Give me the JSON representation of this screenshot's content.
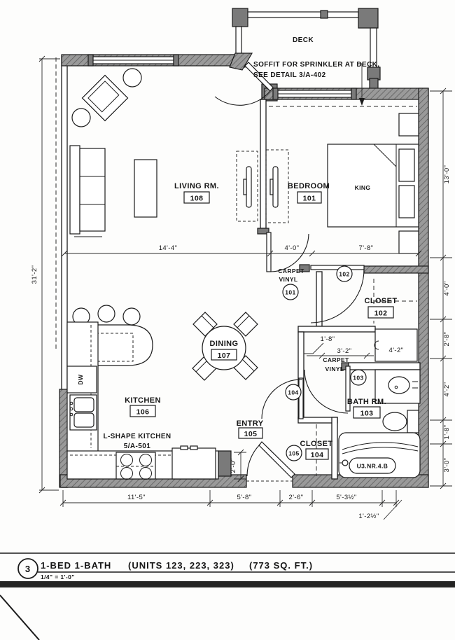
{
  "title_block": {
    "detail_number": "3",
    "name": "1-BED 1-BATH",
    "units": "(UNITS 123, 223, 323)",
    "area": "(773 SQ. FT.)",
    "scale": "1/4\" = 1'-0\""
  },
  "deck_label": "DECK",
  "notes": {
    "soffit_line1": "SOFFIT FOR SPRINKLER AT DECK,",
    "soffit_line2": "SEE DETAIL 3/A-402",
    "kitchen_type": "L-SHAPE KITCHEN",
    "kitchen_detail": "5/A-501"
  },
  "rooms": {
    "living": {
      "name": "LIVING RM.",
      "number": "108"
    },
    "bedroom": {
      "name": "BEDROOM",
      "number": "101"
    },
    "closet102": {
      "name": "CLOSET",
      "number": "102"
    },
    "dining": {
      "name": "DINING",
      "number": "107"
    },
    "kitchen": {
      "name": "KITCHEN",
      "number": "106"
    },
    "entry": {
      "name": "ENTRY",
      "number": "105"
    },
    "closet104": {
      "name": "CLOSET",
      "number": "104"
    },
    "bath": {
      "name": "BATH RM.",
      "number": "103"
    }
  },
  "fixtures": {
    "bed": "KING",
    "dishwasher": "DW",
    "tub_model": "U3.NR.4.B"
  },
  "finish_tags": {
    "carpet": "CARPET",
    "vinyl": "VINYL",
    "tag_101": "101",
    "tag_102": "102",
    "tag_103": "103",
    "tag_104": "104",
    "tag_105": "105"
  },
  "dimensions": {
    "overall_height": "31'-2\"",
    "living_width": "14'-4\"",
    "bedroom_door": "4'-0\"",
    "bedroom_width": "7'-8\"",
    "right_1": "13'-0\"",
    "right_2": "4'-0\"",
    "right_3": "2'-8\"",
    "right_4": "4'-2\"",
    "right_5": "1'-8\"",
    "right_6": "3'-0\"",
    "bottom_1": "11'-5\"",
    "bottom_2": "5'-8\"",
    "bottom_3": "2'-6\"",
    "bottom_4": "5'-3½\"",
    "bottom_5": "1'-2½\"",
    "hall_stub": "1'-8\"",
    "hall_width": "3'-2\"",
    "cabinet_width": "4'-2\"",
    "entry_wall": "2'-0\""
  }
}
